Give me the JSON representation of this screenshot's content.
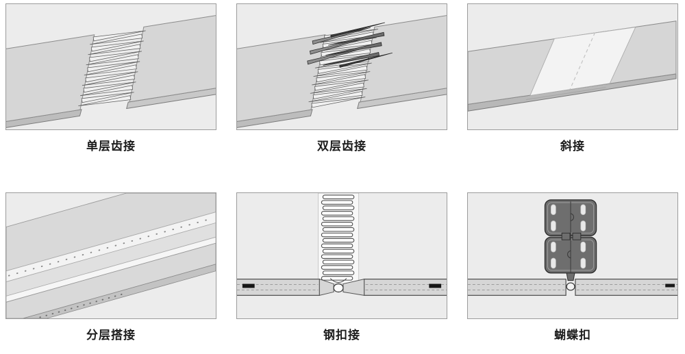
{
  "page": {
    "background": "#ffffff",
    "layout": "2x3-diagram-grid"
  },
  "panels": [
    {
      "name": "single-layer-finger-joint",
      "label": "单层齿接"
    },
    {
      "name": "double-layer-finger-joint",
      "label": "双层齿接"
    },
    {
      "name": "bevel-joint",
      "label": "斜接"
    },
    {
      "name": "stepped-lap-joint",
      "label": "分层搭接"
    },
    {
      "name": "steel-fastener-joint",
      "label": "钢扣接"
    },
    {
      "name": "butterfly-fastener-joint",
      "label": "蝴蝶扣"
    }
  ],
  "colors": {
    "panel_background": "#ececec",
    "panel_border": "#9b9b9b",
    "belt_surface": "#d6d6d6",
    "belt_edge": "#bdbdbd",
    "outline": "#8a8a8a",
    "splice_highlight": "#f3f3f3",
    "fastener_dark": "#6e6e6e",
    "label_text": "#1c1c1c"
  }
}
